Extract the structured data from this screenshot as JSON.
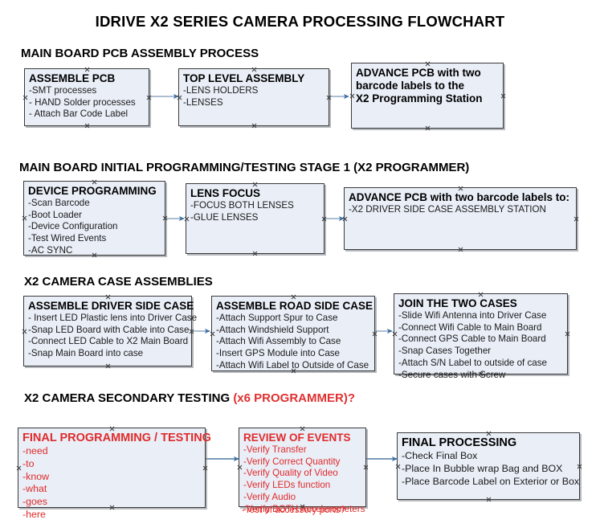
{
  "document": {
    "title": "IDRIVE X2  SERIES CAMERA PROCESSING FLOWCHART"
  },
  "sections": [
    {
      "id": "main-board-pcb-assembly",
      "heading": "MAIN BOARD PCB ASSEMBLY PROCESS",
      "heading_accent": ""
    },
    {
      "id": "main-board-initial-programming",
      "heading": "MAIN BOARD INITIAL PROGRAMMING/TESTING STAGE 1 (X2 PROGRAMMER)",
      "heading_accent": ""
    },
    {
      "id": "x2-camera-case-assemblies",
      "heading": "X2 CAMERA CASE ASSEMBLIES",
      "heading_accent": ""
    },
    {
      "id": "x2-camera-secondary-testing",
      "heading": "X2 CAMERA SECONDARY TESTING ",
      "heading_accent": "(x6 PROGRAMMER)?"
    }
  ],
  "nodes": {
    "assemble_pcb": {
      "title": "ASSEMBLE PCB",
      "lines": [
        "-SMT processes",
        "- HAND Solder processes",
        "- Attach Bar Code Label"
      ]
    },
    "top_level_assembly": {
      "title": "TOP LEVEL ASSEMBLY",
      "lines": [
        "-LENS HOLDERS",
        "-LENSES"
      ]
    },
    "advance_pcb_station": {
      "title": "ADVANCE PCB with two",
      "title2": "barcode labels to the",
      "title3": " X2 Programming Station",
      "lines": []
    },
    "device_programming": {
      "title": "DEVICE PROGRAMMING",
      "lines": [
        "-Scan Barcode",
        "-Boot Loader",
        "-Device Configuration",
        "-Test Wired Events",
        "-AC SYNC"
      ]
    },
    "lens_focus": {
      "title": "LENS FOCUS",
      "lines": [
        "-FOCUS BOTH LENSES",
        "-GLUE LENSES"
      ]
    },
    "advance_pcb_driver_side": {
      "title": "ADVANCE PCB with two barcode labels to:",
      "lines": [
        "-X2 DRIVER  SIDE  CASE  ASSEMBLY STATION"
      ]
    },
    "assemble_driver_side_case": {
      "title": "ASSEMBLE DRIVER SIDE CASE",
      "lines": [
        "- Insert LED Plastic lens into Driver Case",
        "-Snap LED Board with Cable into Case",
        "-Connect LED Cable to X2 Main Board",
        "-Snap Main Board into case"
      ]
    },
    "assemble_road_side_case": {
      "title": "ASSEMBLE ROAD SIDE CASE",
      "lines": [
        "-Attach Support Spur to Case",
        "-Attach Windshield Support",
        "-Attach Wifi Assembly to Case",
        "-Insert GPS Module into Case",
        "-Attach Wifi Label to Outside of Case"
      ]
    },
    "join_the_two_cases": {
      "title": "JOIN THE TWO CASES",
      "lines": [
        "-Slide Wifi Antenna into Driver Case",
        "-Connect Wifi Cable to Main Board",
        "-Connect GPS Cable to Main Board",
        "-Snap Cases Together",
        "-Attach S/N Label to outside of case",
        "-Secure cases with Screw"
      ]
    },
    "final_programming_testing": {
      "title": "FINAL PROGRAMMING / TESTING",
      "lines": [
        "-need",
        "-to",
        "-know",
        "-what",
        "-goes",
        "-here"
      ]
    },
    "review_of_events": {
      "title": "REVIEW OF EVENTS",
      "lines": [
        "-Verify Transfer",
        "-Verify Correct Quantity",
        "-Verify Quality of Video",
        "-Verify LEDs function",
        "-Verify Audio",
        "-Verify BOTH Accelerometers"
      ],
      "overflow_line": "-Test of accessory ports?"
    },
    "final_processing": {
      "title": "FINAL PROCESSING",
      "lines": [
        " -Check Final Box",
        "-Place In Bubble wrap Bag and BOX",
        "-Place Barcode Label on Exterior or Box"
      ]
    }
  },
  "colors": {
    "node_fill": "#e9eef7",
    "node_border": "#3a3a3a",
    "connector": "#8faac4",
    "arrowhead": "#3a6ea5",
    "accent_red": "#e02b2b",
    "text": "#000000"
  }
}
